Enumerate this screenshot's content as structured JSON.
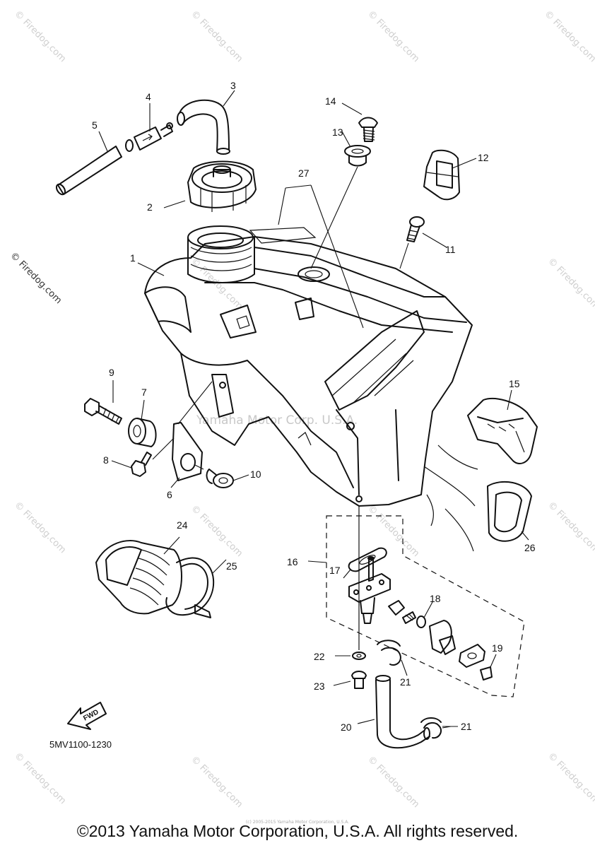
{
  "diagram": {
    "watermark": "© Firedog.com",
    "center_watermark": "Yamaha Motor Corp. U.S.A.",
    "part_code": "5MV1100-1230",
    "fwd_label": "FWD",
    "callouts": [
      "1",
      "2",
      "3",
      "4",
      "5",
      "6",
      "7",
      "8",
      "9",
      "10",
      "11",
      "12",
      "13",
      "14",
      "15",
      "16",
      "17",
      "18",
      "19",
      "20",
      "21",
      "21",
      "22",
      "23",
      "24",
      "25",
      "26",
      "27"
    ]
  },
  "footer": {
    "copyright": "©2013 Yamaha Motor Corporation, U.S.A. All rights reserved.",
    "small_print": "(c) 2005-2015 Yamaha Motor Corporation, U.S.A."
  }
}
